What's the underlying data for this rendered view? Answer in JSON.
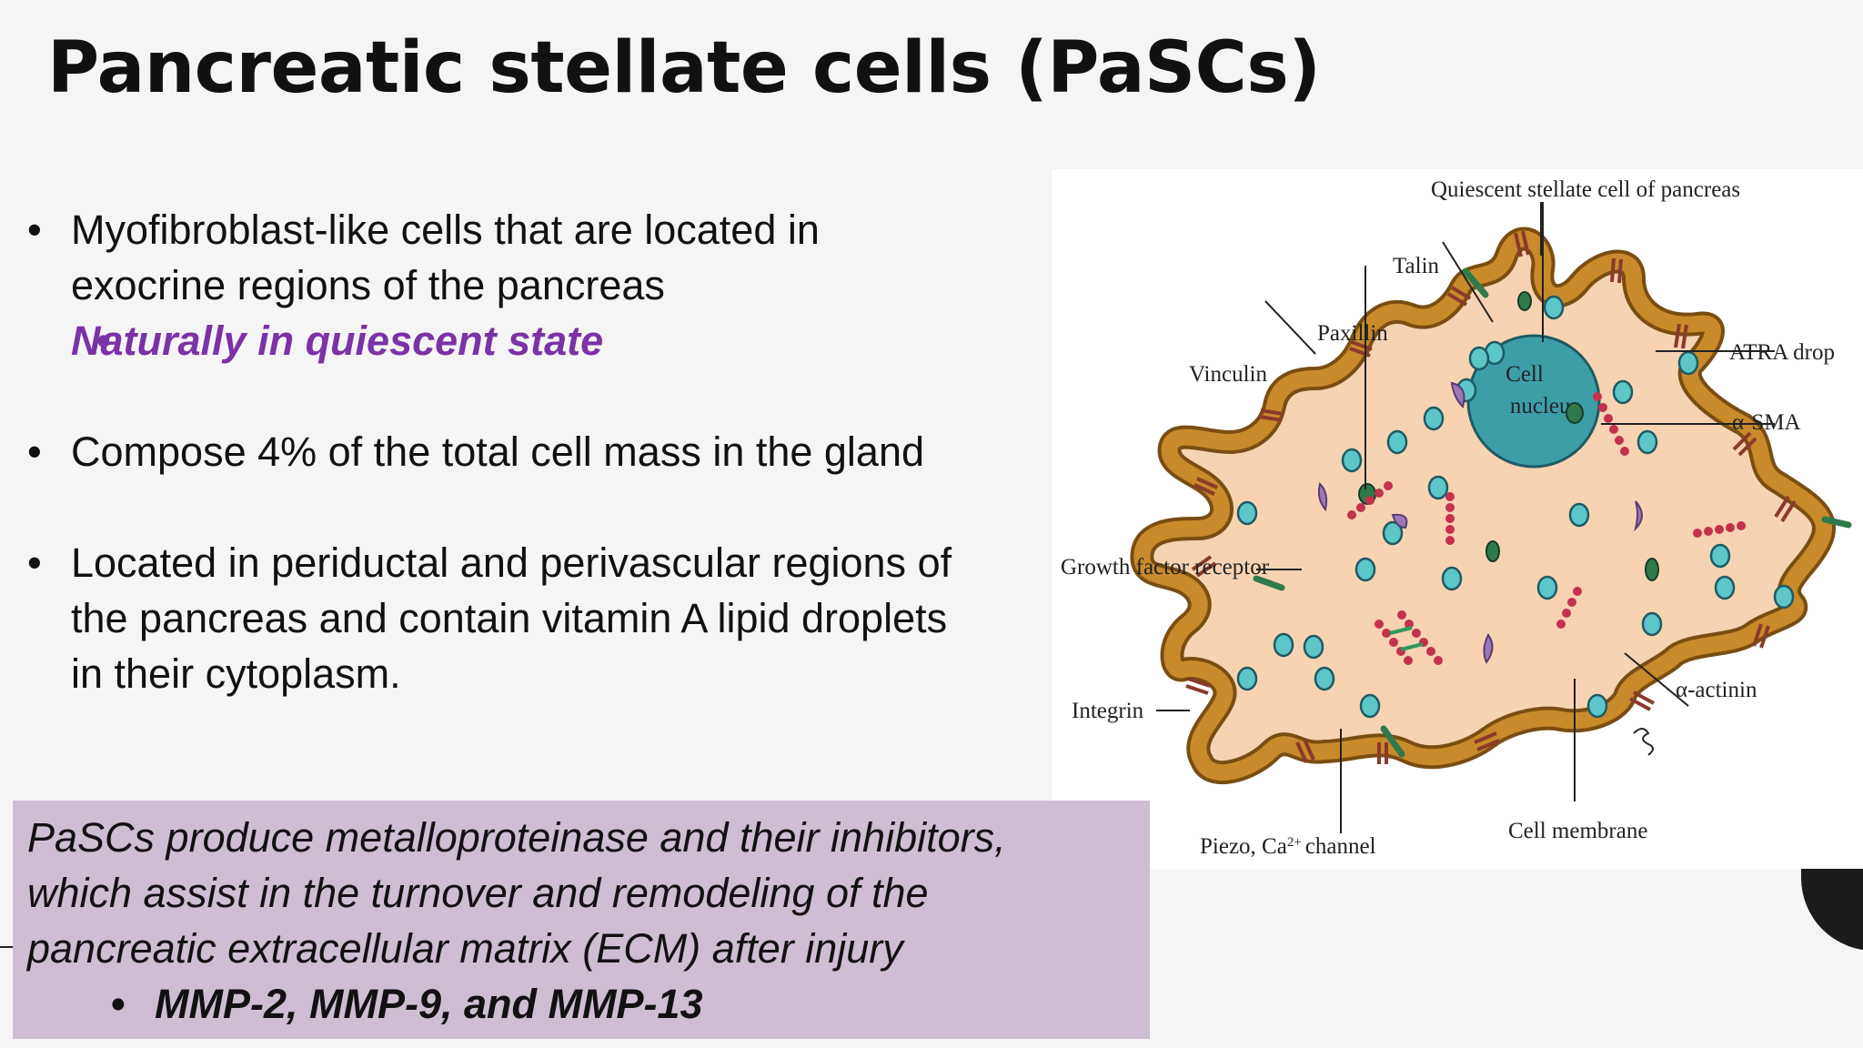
{
  "title": "Pancreatic stellate cells (PaSCs)",
  "bullets": [
    {
      "lines": [
        "Myofibroblast-like cells that are located in",
        "exocrine regions of the pancreas"
      ],
      "sub": "Naturally in quiescent state"
    },
    {
      "lines": [
        "Compose 4% of the total cell mass in the gland"
      ]
    },
    {
      "lines": [
        "Located in periductal and perivascular regions of",
        "the pancreas and contain vitamin A lipid droplets",
        "in their cytoplasm."
      ]
    }
  ],
  "callout": {
    "lines": [
      "PaSCs produce metalloproteinase and  their inhibitors,",
      "which assist in the turnover  and remodeling of the",
      "pancreatic extracellular matrix (ECM) after injury"
    ],
    "sub": "MMP-2, MMP-9, and MMP-13"
  },
  "diagram": {
    "labels": {
      "quiescent": "Quiescent stellate cell of pancreas",
      "talin": "Talin",
      "paxillin": "Paxillin",
      "vinculin": "Vinculin",
      "atra": "ATRA drop",
      "asma": "α-SMA",
      "nucleus_1": "Cell",
      "nucleus_2": "nucleus",
      "growth": "Growth factor receptor",
      "actinin": "α-actinin",
      "integrin": "Integrin",
      "piezo": "Piezo, Ca",
      "piezo_sup": "2+",
      "piezo_end": "channel",
      "membrane": "Cell membrane"
    },
    "colors": {
      "membrane": "#c98a2b",
      "cytoplasm": "#f7d3b2",
      "nucleus": "#3d9ea8",
      "droplet": "#5cc6c9",
      "receptor": "#2f7a4a",
      "filament": "#c3324b",
      "vesicle": "#9a79b5"
    }
  },
  "icons": [
    "bullet-dot"
  ]
}
